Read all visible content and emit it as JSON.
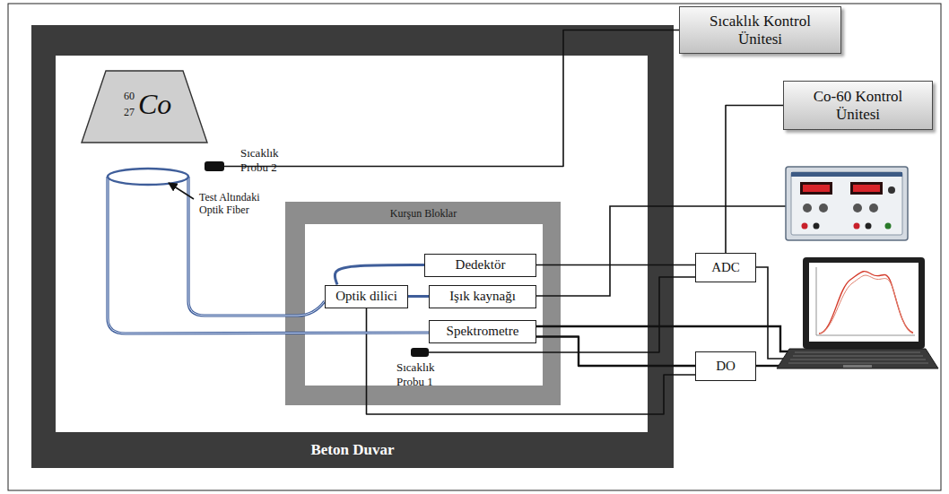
{
  "diagram": {
    "nodes": [
      {
        "text": [
          "Beton Duvar"
        ]
      },
      {
        "text": [
          "60",
          "27",
          "Co"
        ],
        "in": 0
      },
      {
        "text": [
          "Sıcaklık Probu 2"
        ],
        "in": 0
      },
      {
        "text": [
          "Kurşun Bloklar"
        ],
        "in": 0
      },
      {
        "text": [
          "Dedektör"
        ],
        "in": 3
      },
      {
        "text": [
          "Optik dilici"
        ],
        "in": 3
      },
      {
        "text": [
          "Işık kaynağı"
        ],
        "in": 3
      },
      {
        "text": [
          "Spektrometre"
        ],
        "in": 3
      },
      {
        "text": [
          "Sıcaklık Probu 1"
        ],
        "in": 3
      },
      {
        "text": [
          "Sıcaklık Kontrol Ünitesi"
        ]
      },
      {
        "text": [
          "Co-60 Kontrol Ünitesi"
        ]
      },
      {
        "text": [
          "ADC"
        ]
      },
      {
        "text": [
          "DO"
        ]
      }
    ],
    "edges": [
      {
        "from": 2,
        "to": 9,
        "arrow": "none"
      },
      {
        "from": 4,
        "to": 11,
        "arrow": "none"
      },
      {
        "from": 10,
        "to": 11,
        "arrow": "none"
      },
      {
        "from": 8,
        "to": 11,
        "arrow": "none"
      },
      {
        "from": 7,
        "to": 12,
        "arrow": "none"
      },
      {
        "from": 5,
        "to": 12,
        "arrow": "none"
      },
      {
        "from": 5,
        "to": 4,
        "arrow": "none"
      },
      {
        "from": 5,
        "to": 6,
        "arrow": "none"
      }
    ],
    "labels": [
      "Test Altındaki Optik Fiber"
    ]
  }
}
